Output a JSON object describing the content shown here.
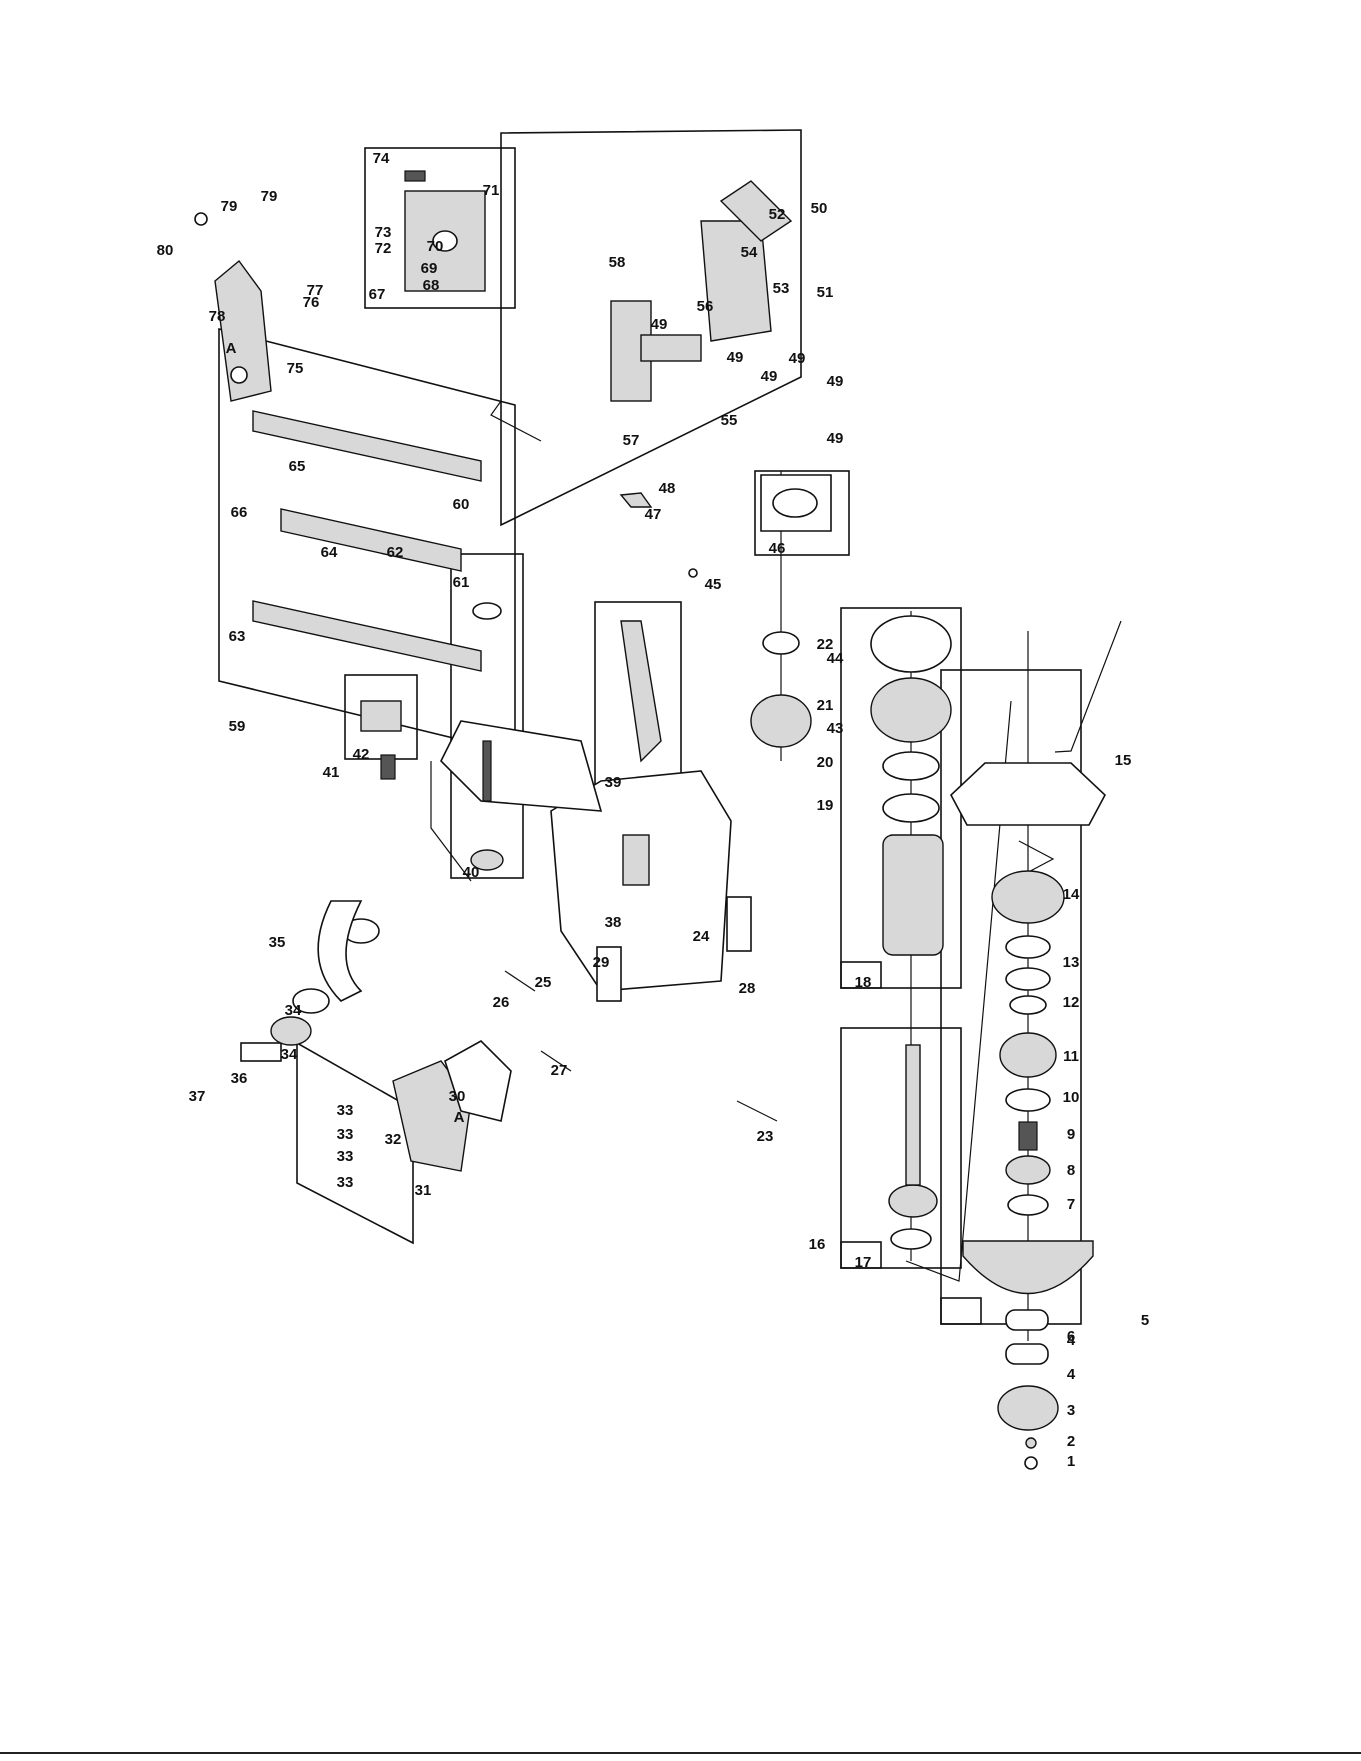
{
  "diagram": {
    "part_labels": [
      "1",
      "2",
      "3",
      "4",
      "4",
      "5",
      "6",
      "7",
      "8",
      "9",
      "10",
      "11",
      "12",
      "13",
      "14",
      "15",
      "16",
      "17",
      "18",
      "19",
      "20",
      "21",
      "22",
      "23",
      "24",
      "25",
      "26",
      "27",
      "28",
      "29",
      "30",
      "31",
      "32",
      "33",
      "33",
      "33",
      "33",
      "34",
      "34",
      "35",
      "36",
      "37",
      "38",
      "39",
      "40",
      "41",
      "42",
      "43",
      "44",
      "45",
      "46",
      "47",
      "48",
      "49",
      "49",
      "49",
      "49",
      "49",
      "49",
      "50",
      "51",
      "52",
      "53",
      "54",
      "55",
      "56",
      "57",
      "58",
      "59",
      "60",
      "61",
      "62",
      "63",
      "64",
      "65",
      "66",
      "67",
      "68",
      "69",
      "70",
      "71",
      "72",
      "73",
      "74",
      "75",
      "76",
      "77",
      "78",
      "79",
      "79",
      "80"
    ],
    "reference_marks": [
      "A",
      "A"
    ]
  }
}
